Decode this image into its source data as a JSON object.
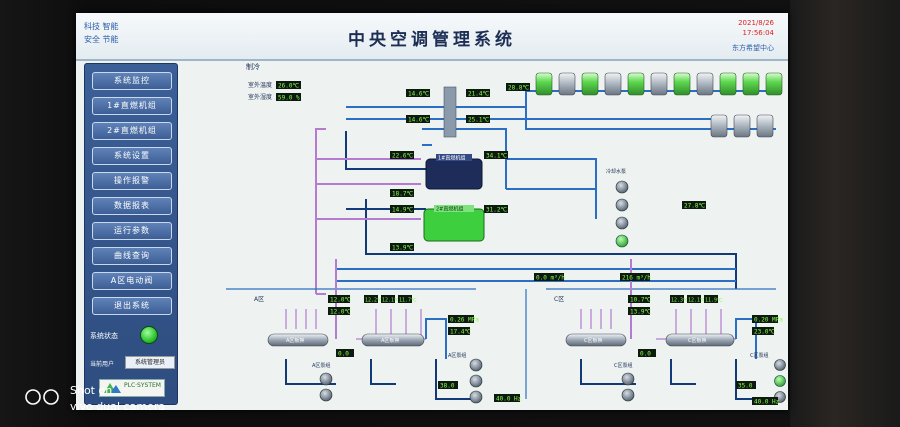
{
  "header": {
    "corner": [
      "科技 智能",
      "安全 节能"
    ],
    "title": "中央空调管理系统",
    "date": "2021/8/26",
    "time": "17:56:04",
    "place": "东方希望中心"
  },
  "nav": {
    "buttons": [
      "系统监控",
      "1#直燃机组",
      "2#直燃机组",
      "系统设置",
      "操作报警",
      "数据报表",
      "运行参数",
      "曲线查询",
      "A区电动阀",
      "退出系统"
    ],
    "status_label": "系统状态",
    "user_label": "当前用户",
    "user_button": "系统管理员",
    "logo_text": "PLC·SYSTEM"
  },
  "diagram": {
    "section": "制冷",
    "outdoor_temp_label": "室外温度",
    "outdoor_temp": "26.0℃",
    "outdoor_hum_label": "室外湿度",
    "outdoor_hum": "59.0 %",
    "tower_temp_top": "14.6℃",
    "tower_temp_2": "21.4℃",
    "tower_temp_3": "14.6℃",
    "tower_temp_4": "25.1℃",
    "header_temp": "28.8℃",
    "chiller1_label": "1#直燃机组",
    "chiller1_in": "22.6℃",
    "chiller1_out": "34.1℃",
    "chiller1_bot": "18.7℃",
    "chiller2_label": "2#直燃机组",
    "chiller2_in": "14.9℃",
    "chiller2_out": "31.2℃",
    "chiller2_bot": "13.9℃",
    "pump_group_label": "冷却水泵",
    "pump_temp": "27.8℃",
    "flow1": "0.0 m³/h",
    "flow2": "216 m³/h",
    "zone_a": "A区",
    "zone_c": "C区",
    "a_temp1": "12.0℃",
    "a_temp2": "12.0℃",
    "a_vals": [
      "12.2℃",
      "12.1℃",
      "11.7℃"
    ],
    "a_pressure": "0.26 MPa",
    "a_temp3": "17.4℃",
    "a_hx1": "A区板换",
    "a_hx2": "A区板换",
    "a_valve": "0.0",
    "a_pump1": "A区泵组",
    "a_pump2": "A区泵组",
    "a_freq1": "38.0",
    "a_freq2": "40.0 Hz",
    "c_temp1": "10.7℃",
    "c_temp2": "13.9℃",
    "c_vals": [
      "12.3℃",
      "12.1℃",
      "11.9℃"
    ],
    "c_pressure": "0.20 MPa",
    "c_temp3": "23.0℃",
    "c_hx1": "C区板换",
    "c_hx2": "C区板换",
    "c_valve": "0.0",
    "c_pump1": "C区泵组",
    "c_pump2": "C区泵组",
    "c_freq1": "35.0",
    "c_freq2": "40.0 Hz"
  },
  "photo": {
    "watermark_line1": "Shot on",
    "watermark_line2": "vivo dual camera"
  },
  "colors": {
    "pipe_blue": "#2b6fc4",
    "pipe_purple": "#b47bd0",
    "pipe_navy": "#123a78",
    "value_bg": "#0c1a10",
    "value_text": "#8cff4a"
  }
}
